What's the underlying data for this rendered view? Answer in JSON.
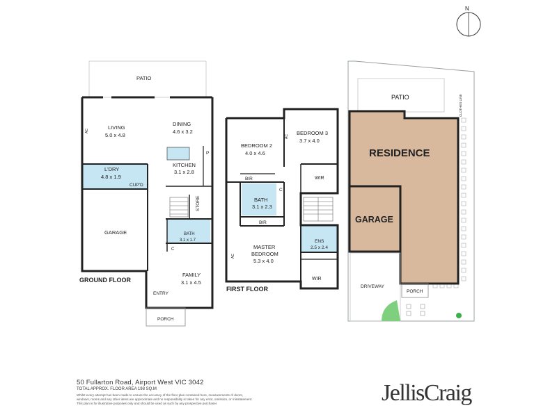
{
  "floors": {
    "ground": {
      "label": "GROUND FLOOR",
      "rooms": {
        "patio": {
          "name": "PATIO"
        },
        "living": {
          "name": "LIVING",
          "dims": "5.0 x 4.8"
        },
        "dining": {
          "name": "DINING",
          "dims": "4.6 x 3.2"
        },
        "kitchen": {
          "name": "KITCHEN",
          "dims": "3.1 x 2.8"
        },
        "laundry": {
          "name": "L'DRY",
          "dims": "4.8 x 1.9"
        },
        "cupboard": {
          "name": "CUP'D"
        },
        "pantry": {
          "name": "P"
        },
        "garage": {
          "name": "GARAGE"
        },
        "store": {
          "name": "STORE"
        },
        "bath": {
          "name": "BATH",
          "dims": "3.1 x 1.7"
        },
        "linen": {
          "name": "C"
        },
        "family": {
          "name": "FAMILY",
          "dims": "3.1 x 4.5"
        },
        "entry": {
          "name": "ENTRY"
        },
        "porch": {
          "name": "PORCH"
        },
        "ac": {
          "name": "AC"
        }
      }
    },
    "first": {
      "label": "FIRST FLOOR",
      "rooms": {
        "bedroom2": {
          "name": "BEDROOM 2",
          "dims": "4.0 x 4.6"
        },
        "bedroom3": {
          "name": "BEDROOM 3",
          "dims": "3.7 x 4.0"
        },
        "wir_top": {
          "name": "WIR"
        },
        "bir_top": {
          "name": "BIR"
        },
        "bath": {
          "name": "BATH",
          "dims": "3.1 x 2.3"
        },
        "linen": {
          "name": "C"
        },
        "bir_mid": {
          "name": "BIR"
        },
        "master": {
          "name": "MASTER",
          "name2": "BEDROOM",
          "dims": "5.3 x 4.0"
        },
        "ens": {
          "name": "ENS",
          "dims": "2.5 x 2.4"
        },
        "wir_bottom": {
          "name": "WIR"
        },
        "ac": {
          "name": "AC"
        }
      }
    }
  },
  "site": {
    "patio": "PATIO",
    "clothes_line": "CLOTHES LINE",
    "residence": "RESIDENCE",
    "garage": "GARAGE",
    "driveway": "DRIVEWAY",
    "porch": "PORCH"
  },
  "compass": {
    "label": "N"
  },
  "footer": {
    "address": "50 Fullarton Road, Airport West VIC 3042",
    "area": "TOTAL APPROX. FLOOR AREA 198 SQ.M",
    "disclaimer_1": "Whilst every attempt has been made to ensure the accuracy of the floor plan contained here, measurements of doors,",
    "disclaimer_2": "windows, rooms and any other items are approximate and no responsibility is taken for any error, omission, or misstatement.",
    "disclaimer_3": "This plan is for illustrative purposes only and should be used as such by any prospective purchaser."
  },
  "brand": {
    "logo_text": "JellisCraig"
  },
  "colors": {
    "wet_area": "#c6e6f3",
    "building_fill": "#d9b99e",
    "site_outline": "#9aa0a0"
  }
}
